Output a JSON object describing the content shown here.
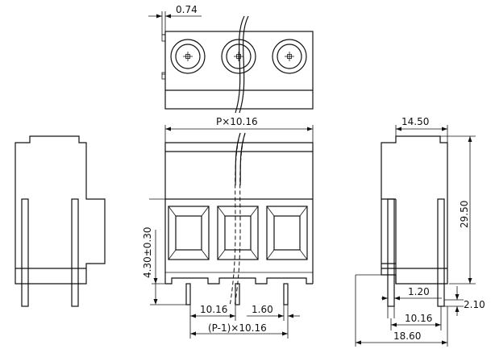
{
  "drawing": {
    "dimensions": {
      "tab_offset": "0.74",
      "pitch_total": "P×10.16",
      "side_width": "14.50",
      "height": "29.50",
      "pin_position": "4.30±0.30",
      "pitch": "10.16",
      "pin_width": "1.60",
      "pitch_span": "(P-1)×10.16",
      "pin_thickness": "1.20",
      "pin_pitch_side": "10.16",
      "pin_tail": "2.10",
      "body_depth": "18.60"
    }
  }
}
